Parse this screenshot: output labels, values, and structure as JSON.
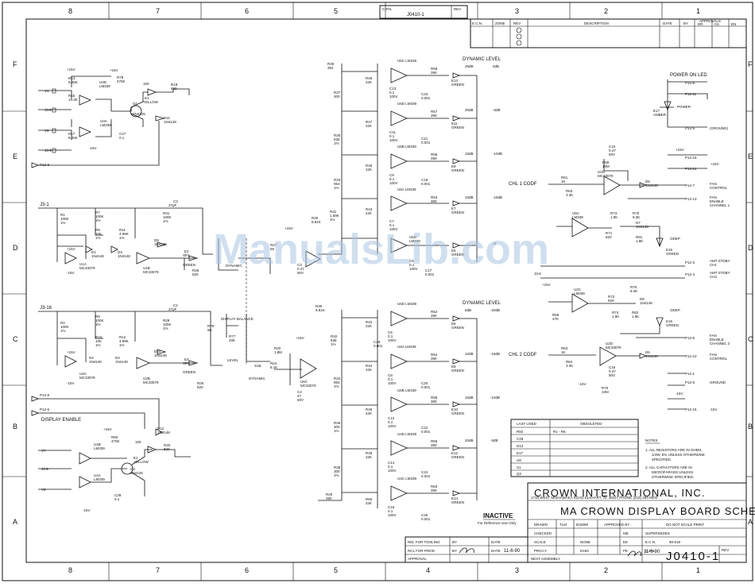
{
  "zones": {
    "top": [
      "8",
      "7",
      "6",
      "5",
      "4",
      "3",
      "2",
      "1"
    ],
    "bottom": [
      "8",
      "7",
      "6",
      "5",
      "4",
      "3",
      "2",
      "1"
    ],
    "left": [
      "F",
      "E",
      "D",
      "C",
      "B",
      "A"
    ],
    "right": [
      "F",
      "E",
      "D",
      "C",
      "B",
      "A"
    ]
  },
  "top_cpn": {
    "label": "C.P.N.",
    "value": "J0410-1",
    "rev_label": "REV"
  },
  "revision_block": {
    "headers": [
      "E.C.N.",
      "ZONE",
      "REV",
      "DESCRIPTION",
      "DATE",
      "BY",
      "APPROVALS"
    ],
    "approval_subheads": [
      "DR",
      "CK",
      "EN"
    ]
  },
  "amplifier_channels": {
    "ch1": {
      "input": "J3-1",
      "label": "CHL 1 CODF"
    },
    "ch2": {
      "input": "J3-16",
      "label": "CHL 2 CODF"
    }
  },
  "labels": {
    "dynamic_level_1": "DYNAMIC LEVEL",
    "dynamic_level_2": "DYNAMIC LEVEL",
    "display_balance": "DISPLAY BALANCE",
    "dynamic": "DYNAMIC",
    "level": "LEVEL",
    "display_enable": "DISPLAY ENABLE",
    "power_on_led": "POWER ON LED",
    "power": "POWER",
    "amber": "AMBER",
    "ground": "(GROUND)",
    "fan_control": "FAN CONTROL",
    "fan_enable_ch1": "FAN ENABLE CHANNEL 1",
    "fan_enable_ch2": "FAN ENABLE CHANNEL 2",
    "fan_control_2": "FAN CONTROL",
    "amt_stby_ch1": "AMT STDBY CH1",
    "amt_stby_ch2": "AMT STDBY CH2",
    "ground2": "GROUND",
    "odep": "ODEP",
    "odep2": "ODEP",
    "plus15": "+15V",
    "minus15": "-15V"
  },
  "level_ladder_top": [
    "0dB",
    "-5dB",
    "-10dB",
    "-15dB",
    "-20dB",
    "-2"
  ],
  "level_ladder_bottom": [
    "0dB",
    "-5dB",
    "-10dB",
    "-15dB",
    "-20dB"
  ],
  "ladder_tops": [
    "25dB",
    "20dB",
    "15dB",
    "10dB"
  ],
  "ics": [
    "U5C LM339",
    "U5D LM339",
    "U5B LM339",
    "U5A LM339",
    "U6D LM339",
    "U6A LM339",
    "U6B LM339",
    "U4D LM339",
    "U4C LM339",
    "U3B LM339",
    "U3A LM339",
    "U1C MC33079",
    "U2C MC33079",
    "U1B MC33079",
    "U2B MC33079",
    "U2A MC33079"
  ],
  "connectors_right": [
    "P12-8",
    "P12-11",
    "P12-9",
    "P12-15",
    "P12-14",
    "P12-7",
    "P12-13",
    "P12-3",
    "P12-4",
    "P12-5",
    "P12-10",
    "P12-1",
    "P12-6",
    "P12-15"
  ],
  "obsolete_table": {
    "headers": [
      "LAST USED",
      "OBSOLETED"
    ],
    "rows": [
      [
        "R82",
        "R1 - R6"
      ],
      [
        "C28",
        ""
      ],
      [
        "D12",
        ""
      ],
      [
        "E17",
        ""
      ],
      [
        "U8",
        ""
      ],
      [
        "S1",
        ""
      ],
      [
        "Q2",
        ""
      ]
    ]
  },
  "notes": {
    "title": "NOTES",
    "items": [
      "1. ALL RESISTORS ARE IN OHMS, 1/4W, 5% UNLESS OTHERWISE SPECIFIED.",
      "2. ALL CAPACITORS ARE IN MICROFARADS UNLESS OTHERWISE SPECIFIED."
    ]
  },
  "title_block": {
    "company": "CROWN INTERNATIONAL, INC.",
    "address": "1718 WEST MISHAWAKA ROAD   ELKHART, IN. 46517   PHONE (219) 294-8000",
    "title": "MA CROWN DISPLAY BOARD SCHEMATIC",
    "drawn_label": "DRAWN",
    "drawn_by": "TLM",
    "drawn_date": "8/18/90",
    "approved_label": "APPROVED BY :",
    "scale_note": "DO NOT SCALE PRINT",
    "checked_label": "CHECKED",
    "me_label": "ME",
    "supersedes_label": "SUPERSEDES",
    "scale_label": "SCALE",
    "scale_value": "NONE",
    "ee_label": "EE",
    "ecn_label": "E.C.N.",
    "ecn_value": "90-618",
    "proj_label": "PROJ #",
    "proj_value": "D183",
    "pe_label": "PE",
    "cpn_label": "C.P.N.",
    "cpn_value": "J0410-1",
    "rev_label": "REV",
    "next_assembly": "NEXT ASSEMBLY"
  },
  "release_block": {
    "rel_tooling": "REL FOR TOOLING",
    "rcl_prod": "RCL FOR PROD",
    "approval": "APPROVAL",
    "by": "BY",
    "date": "DATE",
    "date_value": "11-6-90",
    "pe_date": "11-6-90"
  },
  "stamp": {
    "title": "INACTIVE",
    "sub": "For Reference Use Only"
  },
  "watermark": "ManualsLib.com"
}
